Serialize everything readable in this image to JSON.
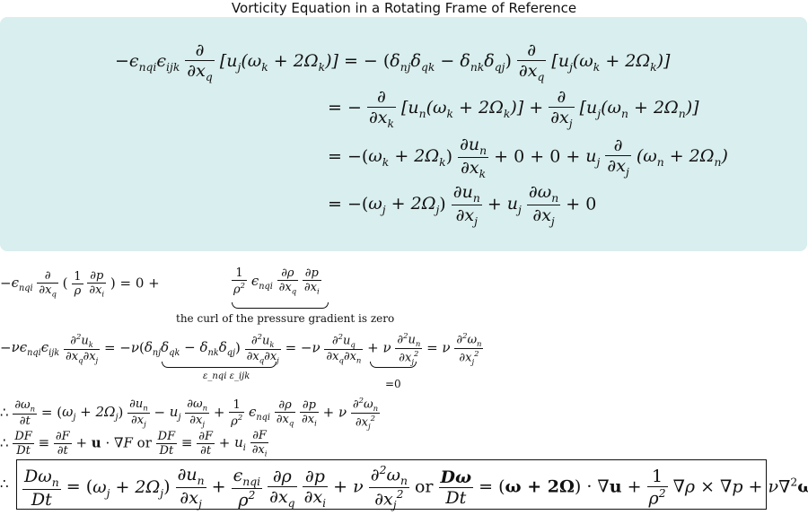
{
  "title": "Vorticity Equation in a Rotating Frame of Reference",
  "note_pressure": "the curl of the pressure gradient is zero",
  "note_epsilon": "ε_nqi ε_ijk",
  "note_zero": "=0",
  "word_or": "or",
  "therefore": "∴",
  "colors": {
    "box_background": "#d9eeee",
    "text": "#111111"
  }
}
